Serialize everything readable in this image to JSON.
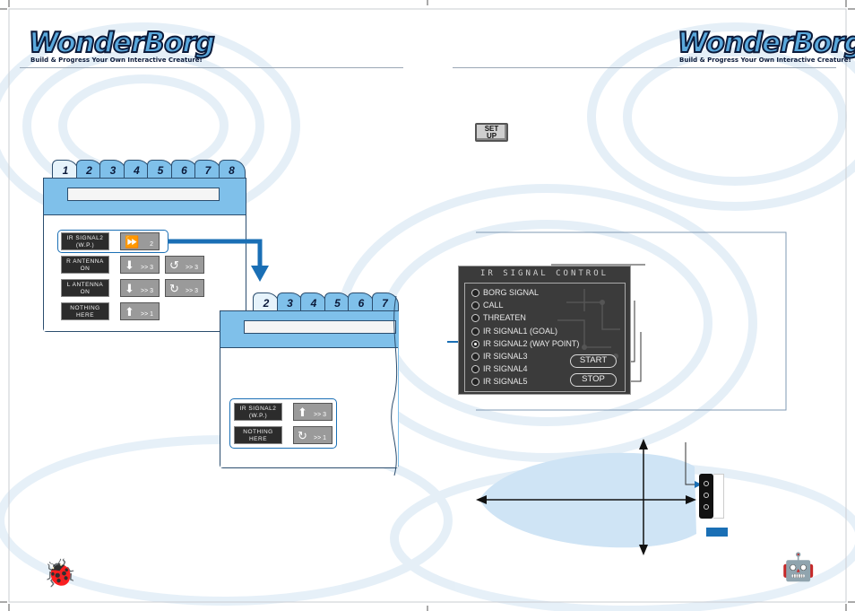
{
  "logo": {
    "brand": "WonderBorg",
    "tagline": "Build & Progress Your Own Interactive Creature!"
  },
  "program_panel_1": {
    "tabs": [
      "1",
      "2",
      "3",
      "4",
      "5",
      "6",
      "7",
      "8"
    ],
    "active_tab": "1",
    "rows": [
      {
        "condition": [
          "IR SIGNAL2",
          "(W.P.)"
        ],
        "actions": [
          {
            "icon": "fast-forward-icon",
            "value": "2"
          }
        ]
      },
      {
        "condition": [
          "R ANTENNA",
          "ON"
        ],
        "actions": [
          {
            "icon": "arrow-down-icon",
            "value": ">> 3"
          },
          {
            "icon": "rotate-left-icon",
            "value": ">> 3"
          }
        ]
      },
      {
        "condition": [
          "L ANTENNA",
          "ON"
        ],
        "actions": [
          {
            "icon": "arrow-down-icon",
            "value": ">> 3"
          },
          {
            "icon": "rotate-right-icon",
            "value": ">> 3"
          }
        ]
      },
      {
        "condition": [
          "NOTHING",
          "HERE"
        ],
        "actions": [
          {
            "icon": "arrow-up-icon",
            "value": ">> 1"
          }
        ]
      }
    ]
  },
  "program_panel_2": {
    "tabs": [
      "2",
      "3",
      "4",
      "5",
      "6",
      "7"
    ],
    "active_tab": "2",
    "rows": [
      {
        "condition": [
          "IR SIGNAL2",
          "(W.P.)"
        ],
        "actions": [
          {
            "icon": "arrow-up-icon",
            "value": ">> 3"
          }
        ]
      },
      {
        "condition": [
          "NOTHING",
          "HERE"
        ],
        "actions": [
          {
            "icon": "rotate-right-icon",
            "value": ">> 1"
          }
        ]
      }
    ]
  },
  "setup_button": {
    "label_line1": "SET",
    "label_line2": "UP"
  },
  "ir_signal_control": {
    "title": "IR SIGNAL CONTROL",
    "options": [
      "BORG SIGNAL",
      "CALL",
      "THREATEN",
      "IR SIGNAL1 (GOAL)",
      "IR SIGNAL2 (WAY POINT)",
      "IR SIGNAL3",
      "IR SIGNAL4",
      "IR SIGNAL5"
    ],
    "selected_index": 4,
    "start_label": "START",
    "stop_label": "STOP"
  },
  "colors": {
    "accent_blue": "#1a6fb5",
    "panel_blue": "#7fc0ea",
    "beam_blue": "#cfe4f5",
    "dark": "#0b1a3a"
  }
}
